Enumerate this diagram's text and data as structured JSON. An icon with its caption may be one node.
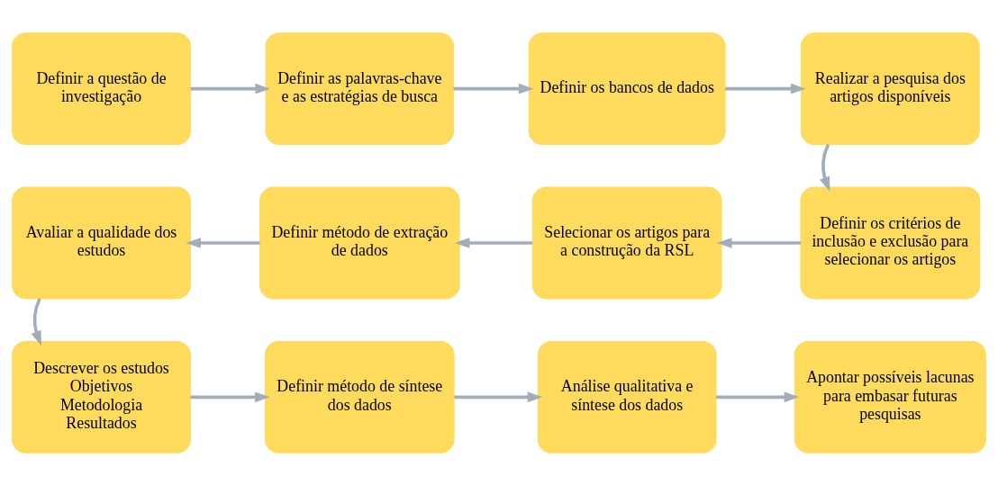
{
  "diagram": {
    "nodes": [
      {
        "text": [
          "Definir a questão de investigação"
        ]
      },
      {
        "text": [
          "Definir as palavras-chave e as estratégias de busca"
        ]
      },
      {
        "text": [
          "Definir os bancos de dados"
        ]
      },
      {
        "text": [
          "Realizar a pesquisa dos artigos disponíveis"
        ]
      },
      {
        "text": [
          "Definir os critérios de inclusão e exclusão para selecionar os artigos"
        ]
      },
      {
        "text": [
          "Selecionar os artigos para a construção da RSL"
        ]
      },
      {
        "text": [
          "Definir método de extração de dados"
        ]
      },
      {
        "text": [
          "Avaliar a qualidade dos estudos"
        ]
      },
      {
        "text": [
          "Descrever os estudos",
          "Objetivos",
          "Metodologia",
          "Resultados"
        ]
      },
      {
        "text": [
          "Definir método de síntese dos dados"
        ]
      },
      {
        "text": [
          "Análise qualitativa e síntese dos dados"
        ]
      },
      {
        "text": [
          "Apontar possíveis lacunas para embasar futuras pesquisas"
        ]
      }
    ],
    "edges": [
      {
        "from": 0,
        "to": 1,
        "arrow": "to"
      },
      {
        "from": 1,
        "to": 2,
        "arrow": "to"
      },
      {
        "from": 2,
        "to": 3,
        "arrow": "to"
      },
      {
        "from": 3,
        "to": 4,
        "arrow": "to"
      },
      {
        "from": 4,
        "to": 5,
        "arrow": "to"
      },
      {
        "from": 5,
        "to": 6,
        "arrow": "to"
      },
      {
        "from": 6,
        "to": 7,
        "arrow": "to"
      },
      {
        "from": 7,
        "to": 8,
        "arrow": "to"
      },
      {
        "from": 8,
        "to": 9,
        "arrow": "to"
      },
      {
        "from": 9,
        "to": 10,
        "arrow": "to"
      },
      {
        "from": 10,
        "to": 11,
        "arrow": "to"
      }
    ]
  }
}
